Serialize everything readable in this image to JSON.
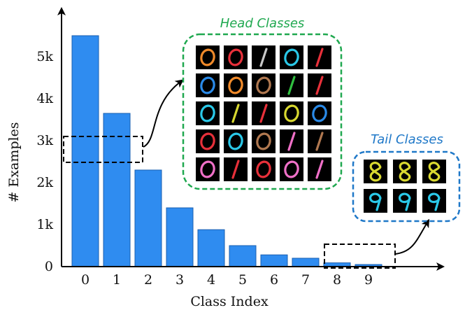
{
  "chart_data": {
    "type": "bar",
    "categories": [
      "0",
      "1",
      "2",
      "3",
      "4",
      "5",
      "6",
      "7",
      "8",
      "9"
    ],
    "values": [
      5500,
      3650,
      2300,
      1400,
      880,
      500,
      280,
      200,
      90,
      50
    ],
    "xlabel": "Class Index",
    "ylabel": "# Examples",
    "ylim": [
      0,
      6000
    ],
    "yticks": [
      0,
      1000,
      2000,
      3000,
      4000,
      5000
    ],
    "ytick_labels": [
      "0",
      "1k",
      "2k",
      "3k",
      "4k",
      "5k"
    ],
    "grid": false,
    "colors": {
      "bar": "#2f8cf0",
      "bar_edge": "#1a5fb0",
      "head": "#1fa84f",
      "tail": "#1f78c8"
    }
  },
  "annotations": {
    "head_title": "Head Classes",
    "tail_title": "Tail Classes"
  },
  "digit_grids": {
    "head": [
      [
        {
          "d": "0",
          "c": "#f08a2a"
        },
        {
          "d": "0",
          "c": "#e8303a"
        },
        {
          "d": "1",
          "c": "#c8c8c8"
        },
        {
          "d": "0",
          "c": "#2ac8e8"
        },
        {
          "d": "1",
          "c": "#e8303a"
        }
      ],
      [
        {
          "d": "0",
          "c": "#2a8ae8"
        },
        {
          "d": "0",
          "c": "#f08a2a"
        },
        {
          "d": "0",
          "c": "#b07850"
        },
        {
          "d": "1",
          "c": "#30c040"
        },
        {
          "d": "1",
          "c": "#e8303a"
        }
      ],
      [
        {
          "d": "0",
          "c": "#2ac8e8"
        },
        {
          "d": "1",
          "c": "#d8d830"
        },
        {
          "d": "1",
          "c": "#e8303a"
        },
        {
          "d": "0",
          "c": "#d8d830"
        },
        {
          "d": "0",
          "c": "#2a8ae8"
        }
      ],
      [
        {
          "d": "0",
          "c": "#e8303a"
        },
        {
          "d": "0",
          "c": "#2ac8e8"
        },
        {
          "d": "0",
          "c": "#b07850"
        },
        {
          "d": "1",
          "c": "#f070c8"
        },
        {
          "d": "1",
          "c": "#b07850"
        }
      ],
      [
        {
          "d": "0",
          "c": "#f070c8"
        },
        {
          "d": "1",
          "c": "#e8303a"
        },
        {
          "d": "0",
          "c": "#e8303a"
        },
        {
          "d": "0",
          "c": "#f070c8"
        },
        {
          "d": "1",
          "c": "#f070c8"
        }
      ]
    ],
    "tail": [
      [
        {
          "d": "8",
          "c": "#d8d830"
        },
        {
          "d": "8",
          "c": "#d8d830"
        },
        {
          "d": "8",
          "c": "#d8d830"
        }
      ],
      [
        {
          "d": "9",
          "c": "#2ac8e8"
        },
        {
          "d": "9",
          "c": "#2ac8e8"
        },
        {
          "d": "9",
          "c": "#2ac8e8"
        }
      ]
    ]
  }
}
